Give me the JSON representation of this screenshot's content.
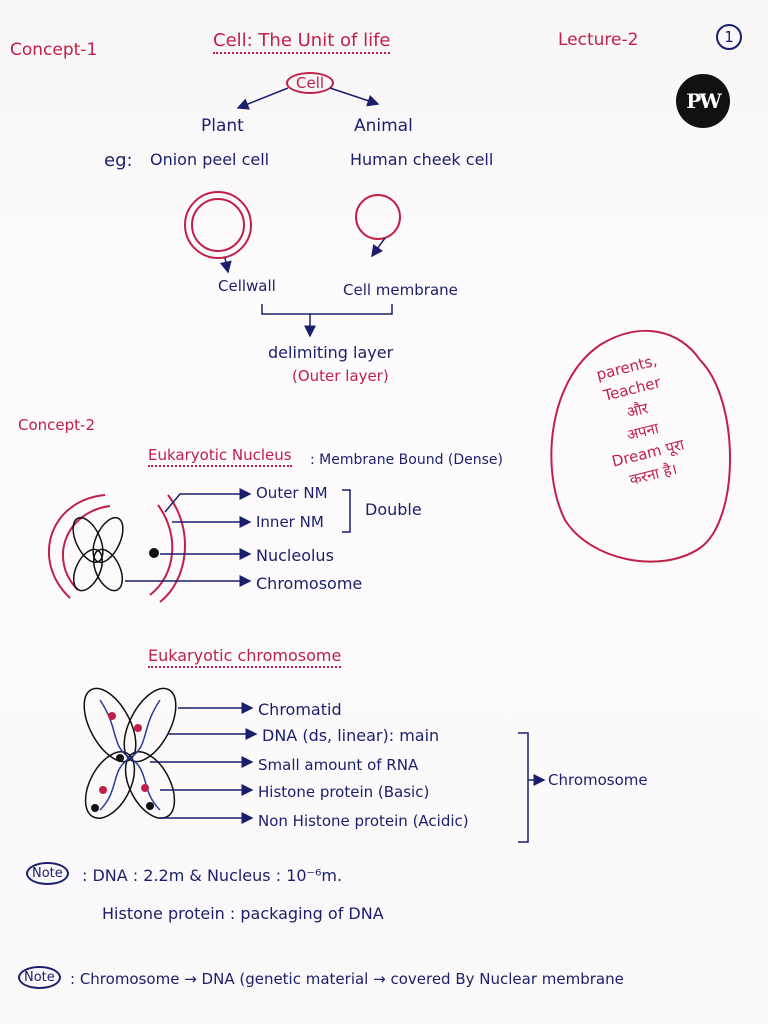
{
  "header": {
    "concept1": "Concept-1",
    "title": "Cell: The Unit of life",
    "lecture": "Lecture-2",
    "page_number": "1",
    "logo_text": "PW"
  },
  "cell_tree": {
    "root": "Cell",
    "left": "Plant",
    "right": "Animal",
    "eg_label": "eg:",
    "left_example": "Onion peel cell",
    "right_example": "Human cheek cell",
    "left_part": "Cellwall",
    "right_part": "Cell membrane",
    "result": "delimiting layer",
    "result_note": "(Outer layer)"
  },
  "side_note": [
    "parents,",
    "Teacher",
    "और",
    "अपना",
    "Dream पूरा",
    "करना है।"
  ],
  "concept2": {
    "label": "Concept-2",
    "heading": "Eukaryotic Nucleus",
    "heading_desc": ": Membrane Bound (Dense)",
    "items": [
      "Outer NM",
      "Inner NM",
      "Nucleolus",
      "Chromosome"
    ],
    "double_label": "Double"
  },
  "chromosome": {
    "heading": "Eukaryotic chromosome",
    "items": [
      "Chromatid",
      "DNA (ds, linear): main",
      "Small amount of RNA",
      "Histone protein (Basic)",
      "Non Histone protein (Acidic)"
    ],
    "group_label": "Chromosome"
  },
  "notes": [
    {
      "label": "Note",
      "line1": ": DNA : 2.2m & Nucleus : 10⁻⁶m.",
      "line2": "Histone protein : packaging of DNA"
    },
    {
      "label": "Note",
      "line1": ": Chromosome → DNA (genetic material → covered By Nuclear membrane"
    }
  ]
}
